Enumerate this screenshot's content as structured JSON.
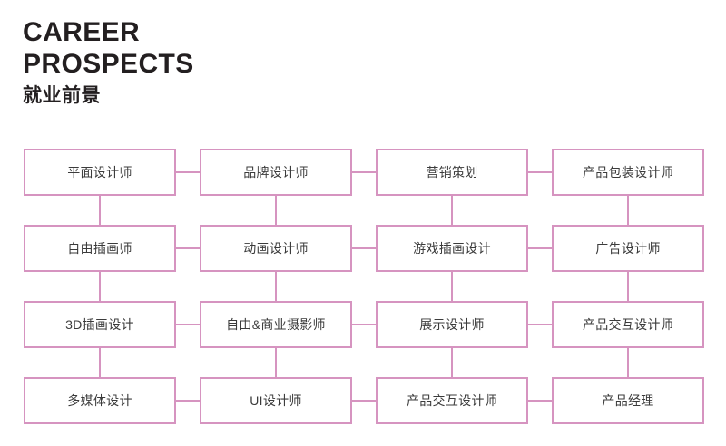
{
  "header": {
    "title_line1": "CAREER",
    "title_line2": "PROSPECTS",
    "subtitle": "就业前景"
  },
  "theme": {
    "border_color": "#d694c0",
    "text_color": "#3b3b3b",
    "title_color": "#231f20",
    "background": "#ffffff"
  },
  "diagram": {
    "type": "grid-flow",
    "rows": 4,
    "columns": 4,
    "nodes": [
      [
        {
          "label": "平面设计师"
        },
        {
          "label": "品牌设计师"
        },
        {
          "label": "营销策划"
        },
        {
          "label": "产品包装设计师"
        }
      ],
      [
        {
          "label": "自由插画师"
        },
        {
          "label": "动画设计师"
        },
        {
          "label": "游戏插画设计"
        },
        {
          "label": "广告设计师"
        }
      ],
      [
        {
          "label": "3D插画设计"
        },
        {
          "label": "自由&商业摄影师"
        },
        {
          "label": "展示设计师"
        },
        {
          "label": "产品交互设计师"
        }
      ],
      [
        {
          "label": "多媒体设计"
        },
        {
          "label": "UI设计师"
        },
        {
          "label": "产品交互设计师"
        },
        {
          "label": "产品经理"
        }
      ]
    ]
  }
}
